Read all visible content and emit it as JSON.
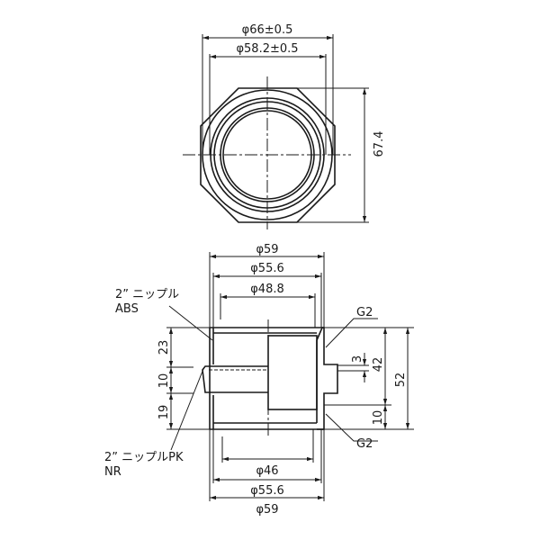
{
  "top_view": {
    "dim_outer_diameter": "φ66±0.5",
    "dim_inner_diameter": "φ58.2±0.5",
    "dim_height": "67.4"
  },
  "side_view": {
    "dim_top_59": "φ59",
    "dim_top_55_6": "φ55.6",
    "dim_top_48_8": "φ48.8",
    "dim_bottom_46": "φ46",
    "dim_bottom_55_6": "φ55.6",
    "dim_bottom_59": "φ59",
    "dim_left_23": "23",
    "dim_left_10": "10",
    "dim_left_19": "19",
    "dim_right_3": "3",
    "dim_right_42": "42",
    "dim_right_52": "52",
    "dim_right_10": "10",
    "thread_top": "G2",
    "thread_bottom": "G2",
    "label_abs_line1": "2” ニップル",
    "label_abs_line2": "ABS",
    "label_pknr_line1": "2” ニップルPK",
    "label_pknr_line2": "NR"
  }
}
